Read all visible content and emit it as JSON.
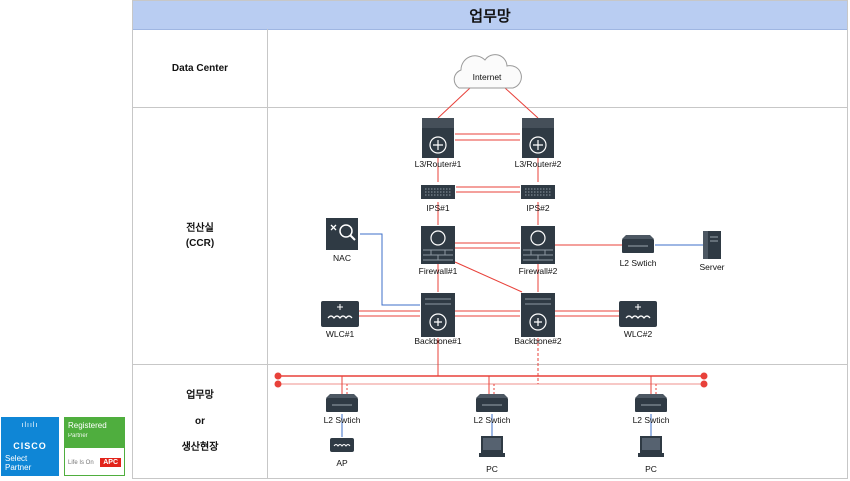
{
  "title": "업무망",
  "zones": {
    "data_center": "Data Center",
    "ccr_line1": "전산실",
    "ccr_line2": "(CCR)",
    "office_line1": "업무망",
    "office_line2": "or",
    "office_line3": "생산현장"
  },
  "nodes": {
    "internet": "Internet",
    "router1": "L3/Router#1",
    "router2": "L3/Router#2",
    "ips1": "IPS#1",
    "ips2": "IPS#2",
    "nac": "NAC",
    "fw1": "Firewall#1",
    "fw2": "Firewall#2",
    "l2switch_server": "L2 Swtich",
    "server": "Server",
    "wlc1": "WLC#1",
    "wlc2": "WLC#2",
    "bb1": "Backbone#1",
    "bb2": "Backbone#2",
    "l2a": "L2 Swtich",
    "l2b": "L2 Swtich",
    "l2c": "L2 Swtich",
    "ap": "AP",
    "pc1": "PC",
    "pc2": "PC"
  },
  "badges": {
    "cisco_logo": "CISCO",
    "cisco_line1": "Select",
    "cisco_line2": "Partner",
    "apc_line1": "Registered",
    "apc_line2": "Partner",
    "apc_tagline": "Life Is On",
    "apc_brand": "APC"
  },
  "colors": {
    "link": "#e8413a",
    "link_pale": "#f2a8a4",
    "server_link": "#3d6fc9",
    "device": "#2f3a44",
    "title_bg": "#b9cdf2"
  },
  "icons": [
    "cloud-icon",
    "router-icon",
    "ips-icon",
    "nac-icon",
    "firewall-icon",
    "switch-icon",
    "server-icon",
    "wlc-icon",
    "backbone-icon",
    "ap-icon",
    "pc-icon"
  ]
}
